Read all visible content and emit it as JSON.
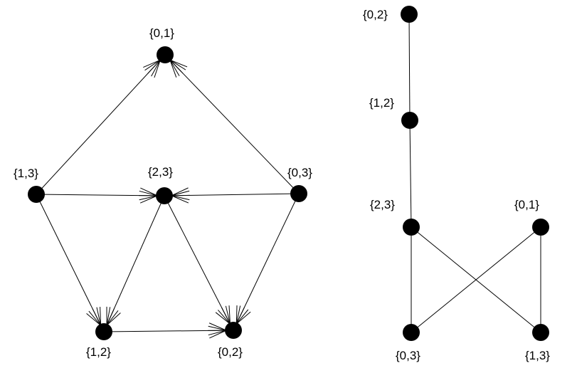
{
  "colors": {
    "ink": "#000000",
    "background": "#ffffff"
  },
  "graphs": [
    {
      "id": "directed-graph",
      "directed": true,
      "nodes": [
        {
          "id": "d01",
          "label": "{0,1}"
        },
        {
          "id": "d13",
          "label": "{1,3}"
        },
        {
          "id": "d23",
          "label": "{2,3}"
        },
        {
          "id": "d03",
          "label": "{0,3}"
        },
        {
          "id": "d12",
          "label": "{1,2}"
        },
        {
          "id": "d02",
          "label": "{0,2}"
        }
      ],
      "edges": [
        {
          "from": "d13",
          "to": "d01"
        },
        {
          "from": "d03",
          "to": "d01"
        },
        {
          "from": "d13",
          "to": "d23"
        },
        {
          "from": "d03",
          "to": "d23"
        },
        {
          "from": "d13",
          "to": "d12"
        },
        {
          "from": "d23",
          "to": "d12"
        },
        {
          "from": "d23",
          "to": "d02"
        },
        {
          "from": "d03",
          "to": "d02"
        },
        {
          "from": "d12",
          "to": "d02"
        }
      ]
    },
    {
      "id": "undirected-graph",
      "directed": false,
      "nodes": [
        {
          "id": "u02",
          "label": "{0,2}"
        },
        {
          "id": "u12",
          "label": "{1,2}"
        },
        {
          "id": "u23",
          "label": "{2,3}"
        },
        {
          "id": "u01",
          "label": "{0,1}"
        },
        {
          "id": "u03",
          "label": "{0,3}"
        },
        {
          "id": "u13",
          "label": "{1,3}"
        }
      ],
      "edges": [
        {
          "from": "u02",
          "to": "u12"
        },
        {
          "from": "u12",
          "to": "u23"
        },
        {
          "from": "u23",
          "to": "u03"
        },
        {
          "from": "u23",
          "to": "u13"
        },
        {
          "from": "u01",
          "to": "u03"
        },
        {
          "from": "u01",
          "to": "u13"
        }
      ]
    }
  ]
}
